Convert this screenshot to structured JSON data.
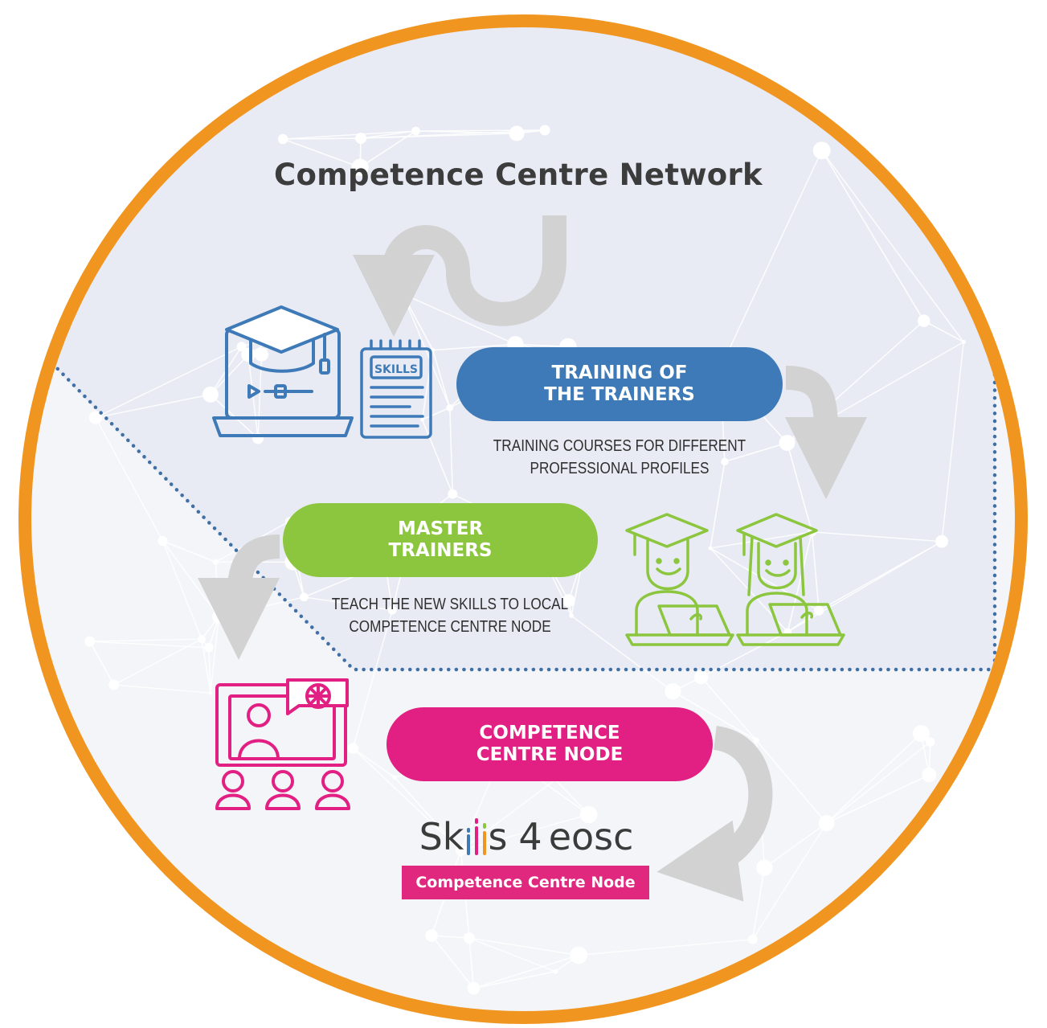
{
  "title": "Competence Centre Network",
  "colors": {
    "ring": "#f0951f",
    "blue": "#3d7ab7",
    "green": "#8cc63f",
    "pink": "#e21f82",
    "arrow": "#d2d2d2",
    "dots": "#3f6fa4",
    "heading": "#3c3c3c"
  },
  "steps": [
    {
      "id": "training-of-trainers",
      "label_line1": "TRAINING OF",
      "label_line2": "THE TRAINERS",
      "desc_line1": "TRAINING COURSES FOR DIFFERENT",
      "desc_line2": "PROFESSIONAL PROFILES",
      "color": "#3d7ab7",
      "icons": [
        "graduation-laptop-icon",
        "skills-notepad-icon"
      ],
      "notepad_label": "SKILLS"
    },
    {
      "id": "master-trainers",
      "label_line1": "MASTER",
      "label_line2": "TRAINERS",
      "desc_line1": "TEACH THE NEW SKILLS TO LOCAL",
      "desc_line2": "COMPETENCE CENTRE NODE",
      "color": "#8cc63f",
      "icons": [
        "male-graduate-laptop-icon",
        "female-graduate-laptop-icon"
      ]
    },
    {
      "id": "competence-centre-node",
      "label_line1": "COMPETENCE",
      "label_line2": "CENTRE NODE",
      "color": "#e21f82",
      "icons": [
        "webinar-screen-icon",
        "audience-group-icon"
      ]
    }
  ],
  "logo": {
    "part1": "Sk",
    "part2": "s",
    "part3": "4",
    "part4": "eosc",
    "badge": "Competence Centre Node"
  }
}
